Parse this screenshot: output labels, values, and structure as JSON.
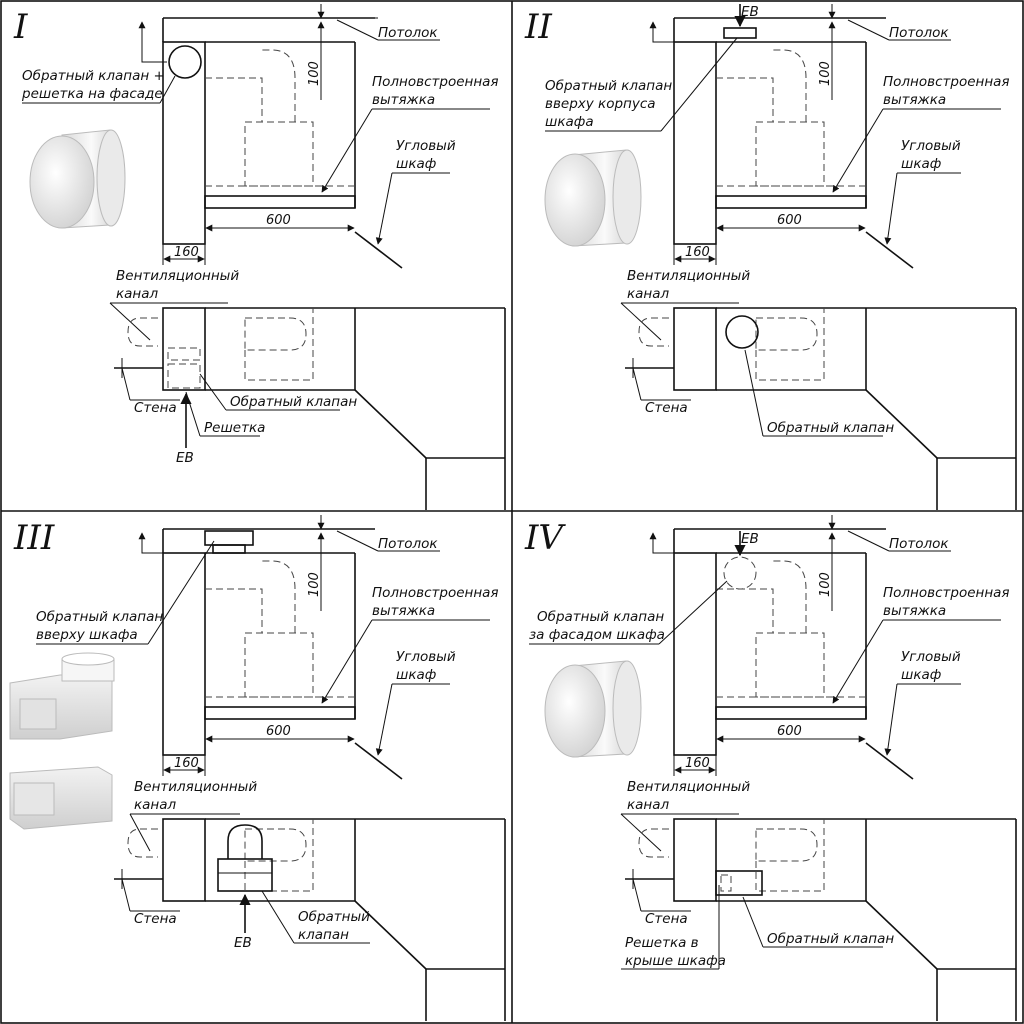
{
  "panels": [
    {
      "numeral": "I",
      "labels": {
        "ceiling": "Потолок",
        "hood1": "Полновстроенная",
        "hood2": "вытяжка",
        "cab1": "Угловый",
        "cab2": "шкаф",
        "dim100": "100",
        "dim600": "600",
        "dim160": "160",
        "canal1": "Вентиляционный",
        "canal2": "канал",
        "valve1": "Обратный клапан +",
        "valve2": "решетка на фасаде",
        "wall": "Стена",
        "plan_valve": "Обратный клапан",
        "grid": "Решетка",
        "ev": "EB"
      }
    },
    {
      "numeral": "II",
      "labels": {
        "ceiling": "Потолок",
        "hood1": "Полновстроенная",
        "hood2": "вытяжка",
        "cab1": "Угловый",
        "cab2": "шкаф",
        "dim100": "100",
        "dim600": "600",
        "dim160": "160",
        "canal1": "Вентиляционный",
        "canal2": "канал",
        "valve1": "Обратный клапан",
        "valve2": "вверху корпуса",
        "valve3": "шкафа",
        "wall": "Стена",
        "plan_valve": "Обратный клапан",
        "ev": "EB"
      }
    },
    {
      "numeral": "III",
      "labels": {
        "ceiling": "Потолок",
        "hood1": "Полновстроенная",
        "hood2": "вытяжка",
        "cab1": "Угловый",
        "cab2": "шкаф",
        "dim100": "100",
        "dim600": "600",
        "dim160": "160",
        "canal1": "Вентиляционный",
        "canal2": "канал",
        "valve1": "Обратный клапан",
        "valve2": "вверху шкафа",
        "wall": "Стена",
        "plan_valve1": "Обратный",
        "plan_valve2": "клапан",
        "ev": "EB"
      }
    },
    {
      "numeral": "IV",
      "labels": {
        "ceiling": "Потолок",
        "hood1": "Полновстроенная",
        "hood2": "вытяжка",
        "cab1": "Угловый",
        "cab2": "шкаф",
        "dim100": "100",
        "dim600": "600",
        "dim160": "160",
        "canal1": "Вентиляционный",
        "canal2": "канал",
        "valve1": "Обратный клапан",
        "valve2": "за фасадом шкафа",
        "wall": "Стена",
        "plan_valve": "Обратный клапан",
        "grid1": "Решетка в",
        "grid2": "крыше шкафа",
        "ev": "EB"
      }
    }
  ]
}
